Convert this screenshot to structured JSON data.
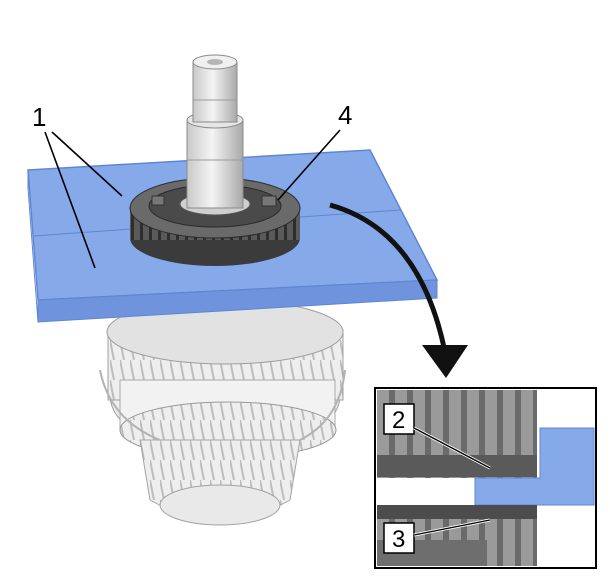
{
  "callouts": {
    "label_1": "1",
    "label_2": "2",
    "label_3": "3",
    "label_4": "4"
  },
  "colors": {
    "plate": "#7fa3e6",
    "plate_edge": "#6a8ed6",
    "gear_light": "#e8e8e8",
    "gear_dark": "#505050",
    "arrow": "#111111"
  }
}
